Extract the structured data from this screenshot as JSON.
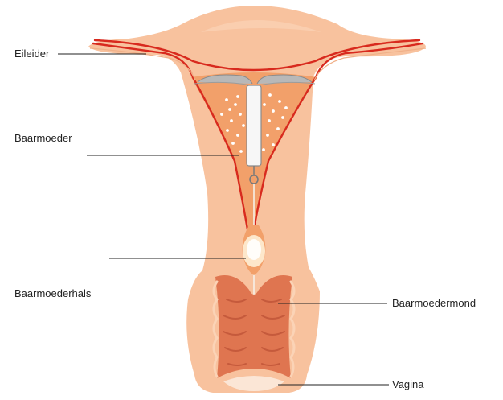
{
  "labels": {
    "eileider": "Eileider",
    "baarmoeder": "Baarmoeder",
    "baarmoederhals": "Baarmoederhals",
    "baarmoedermond": "Baarmoedermond",
    "vagina": "Vagina"
  },
  "colors": {
    "outer_tissue": "#f8c29e",
    "tissue_highlight": "#fbd3b6",
    "tissue_edge": "#f0b088",
    "uterine_lining": "#f2a06a",
    "red_wall": "#d82a1e",
    "vagina_wall": "#df7550",
    "rugae": "#c55a3c",
    "device": "#b8b8b8",
    "leader_line": "#222222"
  },
  "icons": [
    "iud-device",
    "mucus-plug"
  ]
}
